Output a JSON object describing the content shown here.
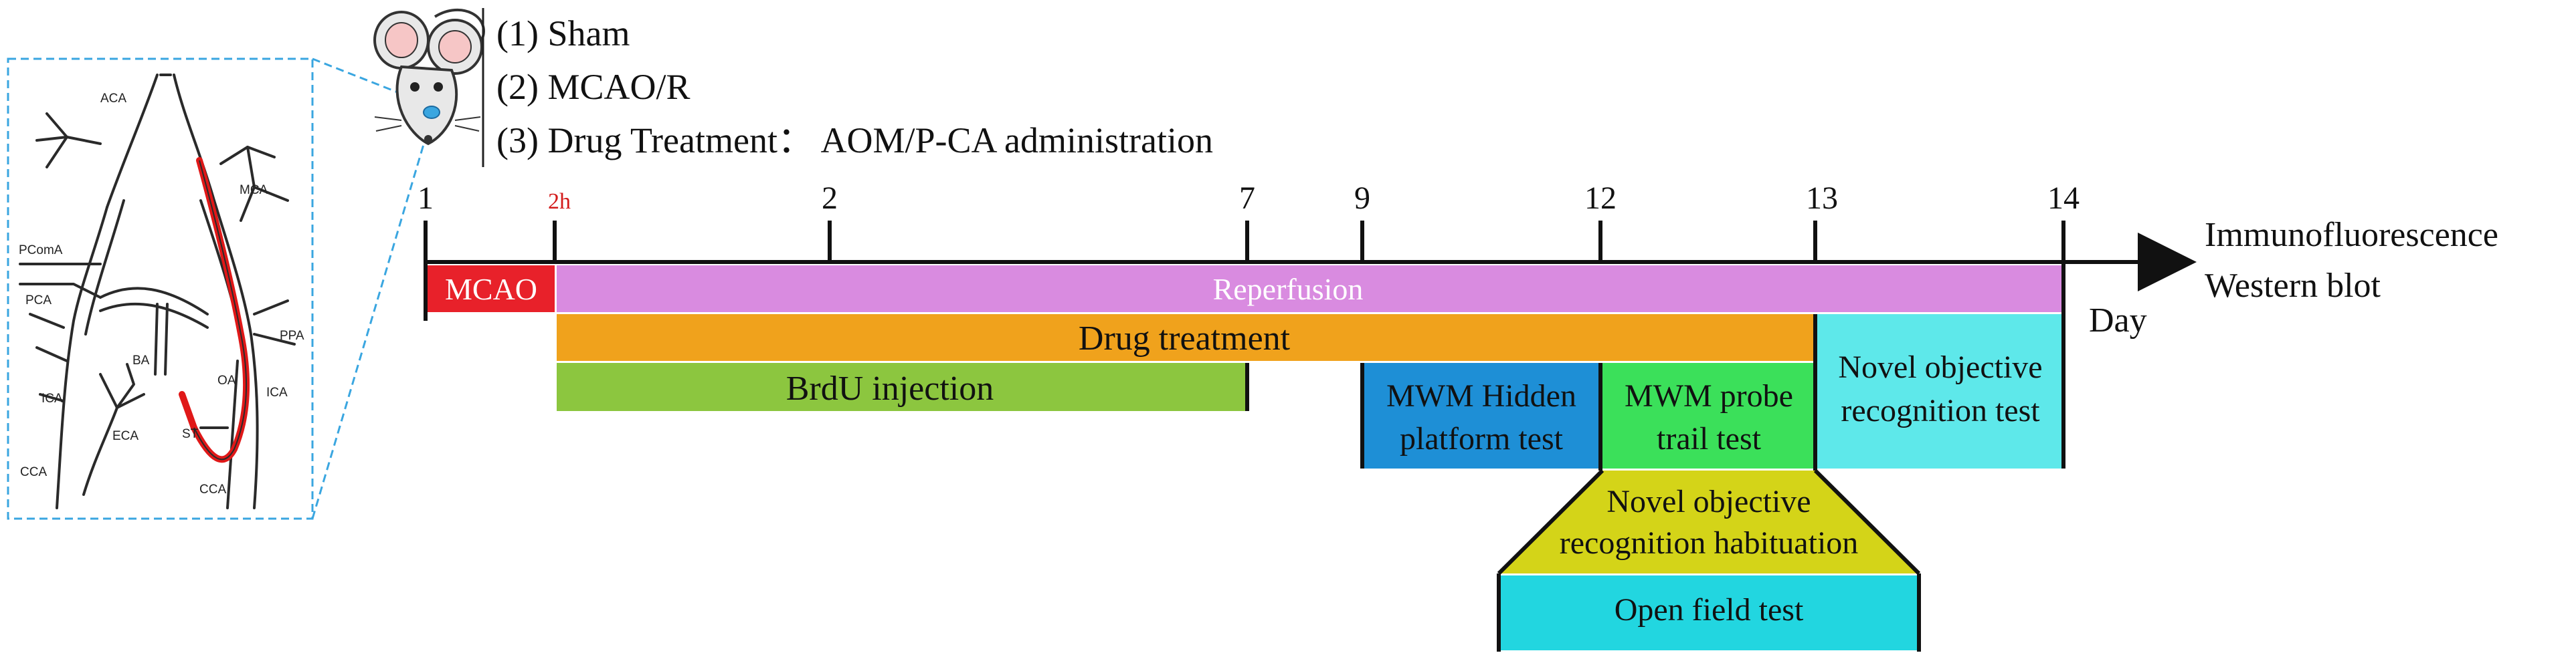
{
  "groups": {
    "g1": "(1) Sham",
    "g2": "(2) MCAO/R",
    "g3": "(3) Drug Treatment： AOM/P-CA administration"
  },
  "anatomy": {
    "aca": "ACA",
    "mca": "MCA",
    "pcoma": "PComA",
    "pca": "PCA",
    "ppa": "PPA",
    "ba": "BA",
    "ica_left": "ICA",
    "ica_right": "ICA",
    "oa": "OA",
    "eca": "ECA",
    "st": "ST",
    "cca_left": "CCA",
    "cca_right": "CCA"
  },
  "timeline": {
    "ticks": [
      "1",
      "2h",
      "2",
      "7",
      "9",
      "12",
      "13",
      "14"
    ],
    "axis_unit": "Day",
    "endpoints": [
      "Immunofluorescence",
      "Western blot"
    ]
  },
  "bars": {
    "mcao": "MCAO",
    "reperfusion": "Reperfusion",
    "drug": "Drug treatment",
    "brdu": "BrdU injection",
    "mwm_hidden_1": "MWM Hidden",
    "mwm_hidden_2": "platform test",
    "mwm_probe_1": "MWM probe",
    "mwm_probe_2": "trail test",
    "nor_test_1": "Novel objective",
    "nor_test_2": "recognition test",
    "nor_hab_1": "Novel objective",
    "nor_hab_2": "recognition habituation",
    "open_field": "Open field test"
  },
  "colors": {
    "mcao": "#e8212a",
    "reperfusion": "#d98be0",
    "drug": "#f0a21c",
    "brdu": "#8cc63f",
    "mwm_hidden": "#1e8fd6",
    "mwm_probe": "#3be05a",
    "nor_test": "#5ee8ea",
    "nor_hab": "#d4d418",
    "open_field": "#22d6e0",
    "catheter": "#e01818",
    "inset_border": "#3aa6e0"
  }
}
